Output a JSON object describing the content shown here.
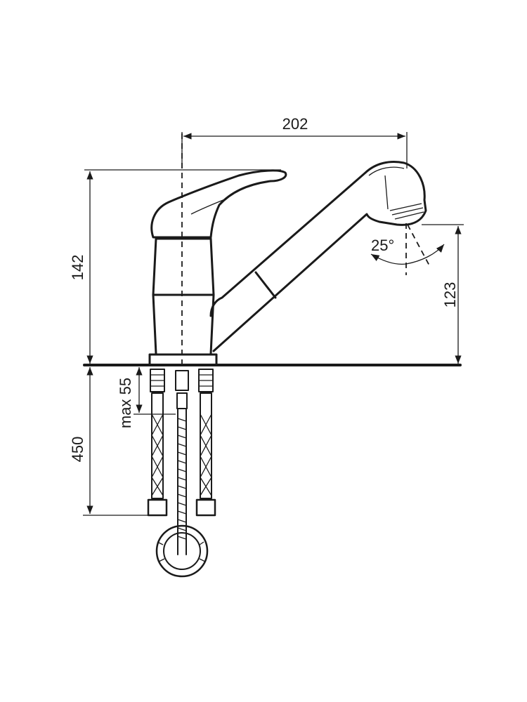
{
  "dimensions": {
    "reach": "202",
    "total_height": "142",
    "spout_height": "123",
    "spray_angle": "25°",
    "hose_length": "450",
    "max_thickness": "max 55"
  },
  "colors": {
    "line": "#1a1a1a",
    "background": "#ffffff"
  }
}
